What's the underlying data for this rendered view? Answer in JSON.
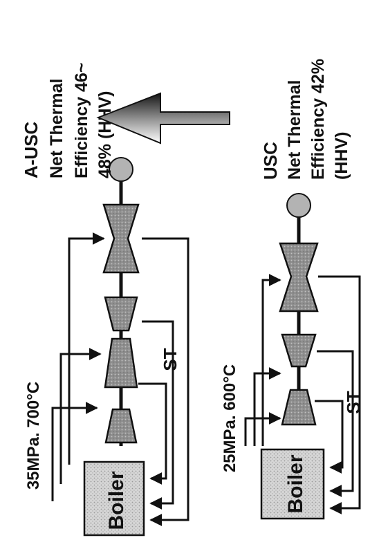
{
  "colors": {
    "line": "#111111",
    "boiler_fill": "#d9d9d9",
    "turbine_fill": "#8f8f8f",
    "generator_fill": "#b5b5b5",
    "arrow_dark": "#2a2a2a",
    "arrow_light": "#ffffff"
  },
  "top_system": {
    "conditions": "35MPa. 700°C",
    "boiler_label": "Boiler",
    "turbine_label": "ST",
    "title": "A-USC",
    "eff_line1": "Net Thermal",
    "eff_line2": "Efficiency  46~",
    "eff_line3": "48%  (HHV)"
  },
  "bottom_system": {
    "conditions": "25MPa. 600°C",
    "boiler_label": "Boiler",
    "turbine_label": "ST",
    "title": "USC",
    "eff_line1": "Net Thermal",
    "eff_line2": "Efficiency  42%",
    "eff_line3": "(HHV)"
  },
  "icons": {
    "improvement_arrow": "arrow-up-icon"
  }
}
